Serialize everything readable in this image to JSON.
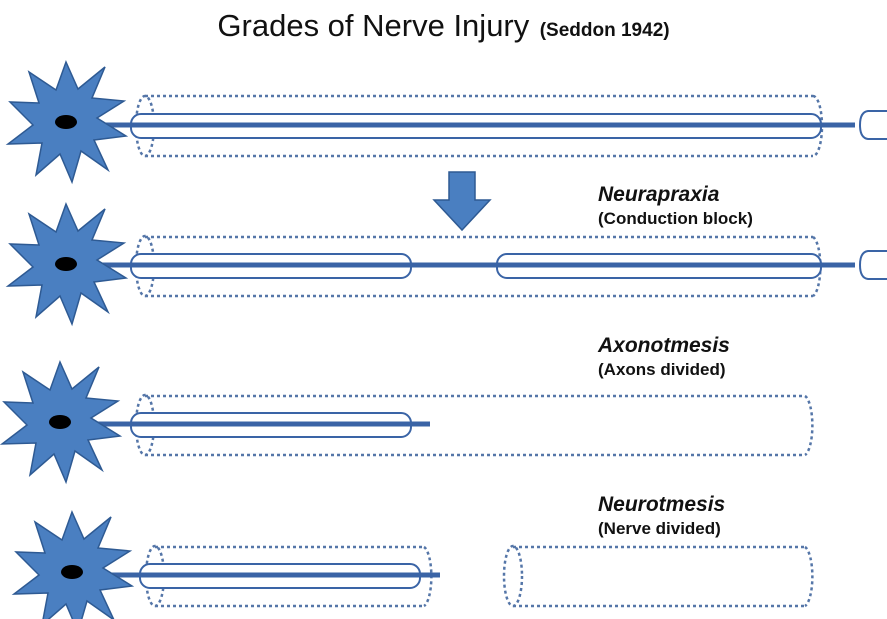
{
  "title": {
    "main": "Grades of Nerve Injury",
    "sub": "(Seddon 1942)"
  },
  "grades": [
    {
      "name": "Neurapraxia",
      "description": "(Conduction block)"
    },
    {
      "name": "Axonotmesis",
      "description": "(Axons divided)"
    },
    {
      "name": "Neurotmesis",
      "description": "(Nerve divided)"
    }
  ],
  "colors": {
    "neuron_fill": "#4a7fc1",
    "neuron_stroke": "#2e5a93",
    "nucleus": "#000000",
    "axon": "#3a64a6",
    "sheath": "#5576a8",
    "arrow": "#4a7fc1"
  }
}
